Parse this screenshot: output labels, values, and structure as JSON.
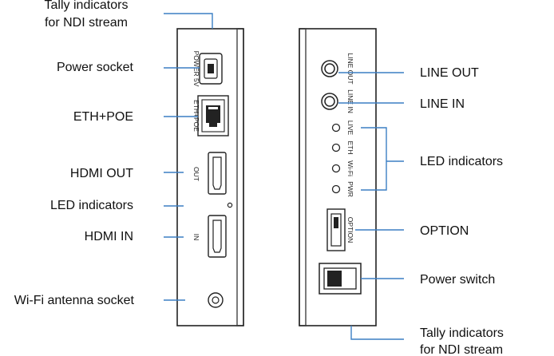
{
  "left_labels": {
    "tally_line1": "Tally indicators",
    "tally_line2": "for NDI stream",
    "power_socket": "Power socket",
    "eth_poe": "ETH+POE",
    "hdmi_out": "HDMI OUT",
    "led_indicators": "LED indicators",
    "hdmi_in": "HDMI IN",
    "wifi_antenna": "Wi-Fi antenna socket"
  },
  "left_device_text": {
    "power_5v": "POWER 5V",
    "eth_poe": "ETH+POE",
    "out": "OUT",
    "in": "IN"
  },
  "right_labels": {
    "line_out": "LINE OUT",
    "line_in": "LINE IN",
    "led_indicators": "LED indicators",
    "option": "OPTION",
    "power_switch": "Power switch",
    "tally_line1": "Tally indicators",
    "tally_line2": "for NDI stream"
  },
  "right_device_text": {
    "line_out": "LINE OUT",
    "line_in": "LINE IN",
    "live": "LIVE",
    "eth": "ETH",
    "wifi": "Wi-Fi",
    "pwr": "PWR",
    "option": "OPTION"
  },
  "colors": {
    "leader": "#3b7fc4",
    "outline": "#222222",
    "text": "#111111"
  }
}
